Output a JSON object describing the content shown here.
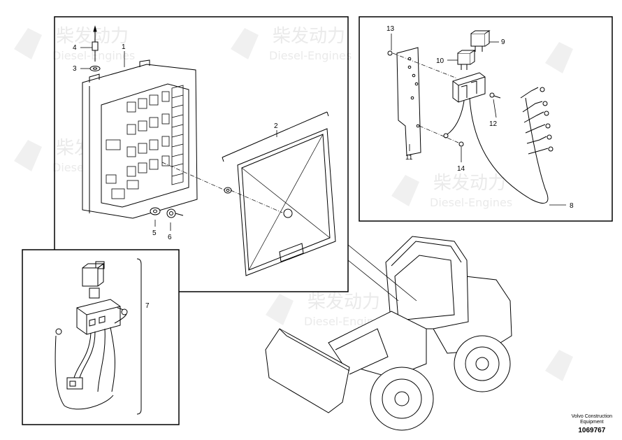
{
  "watermark": {
    "text_cn": "柴发动力",
    "text_en": "Diesel-Engines"
  },
  "callouts": [
    "1",
    "2",
    "3",
    "4",
    "5",
    "6",
    "7",
    "8",
    "9",
    "10",
    "11",
    "12",
    "13",
    "14"
  ],
  "footer": {
    "maker_line1": "Volvo Construction",
    "maker_line2": "Equipment",
    "code": "1069767"
  }
}
